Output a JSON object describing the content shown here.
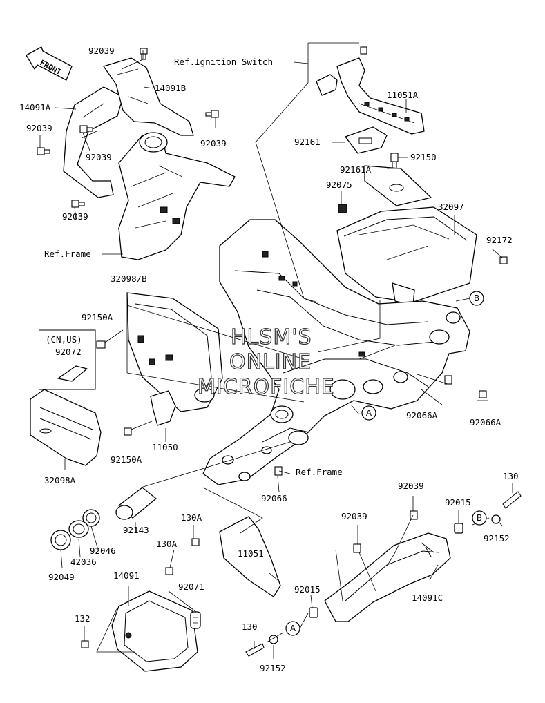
{
  "labels": {
    "p92039_top": "92039",
    "p14091B": "14091B",
    "p14091A": "14091A",
    "p92039_l1": "92039",
    "p92039_m": "92039",
    "p92039_r": "92039",
    "p92039_l2": "92039",
    "ref_frame_1": "Ref.Frame",
    "ref_ignition": "Ref.Ignition Switch",
    "p11051A": "11051A",
    "p92161": "92161",
    "p92150": "92150",
    "p92161A": "92161A",
    "p92075": "92075",
    "p32097": "32097",
    "p92172": "92172",
    "p32098B": "32098/B",
    "p92150A_1": "92150A",
    "cn_us": "(CN,US)",
    "p92072": "92072",
    "p92066A_1": "92066A",
    "p92066A_2": "92066A",
    "p92150A_2": "92150A",
    "p11050": "11050",
    "p32098A": "32098A",
    "ref_frame_2": "Ref.Frame",
    "p92066": "92066",
    "p130_r": "130",
    "p92039_b1": "92039",
    "p92015_r": "92015",
    "p92039_b2": "92039",
    "p92152_r": "92152",
    "p92143": "92143",
    "p130A_1": "130A",
    "p130A_2": "130A",
    "p11051": "11051",
    "p92046": "92046",
    "p42036": "42036",
    "p92049": "92049",
    "p14091": "14091",
    "p92071": "92071",
    "p92015_l": "92015",
    "p14091C": "14091C",
    "p132": "132",
    "p130_l": "130",
    "p92152_l": "92152",
    "front": "FRONT"
  },
  "callouts": {
    "B_top": "B",
    "A_mid": "A",
    "B_low": "B",
    "A_low": "A"
  },
  "watermark": {
    "line1": "HLSM'S",
    "line2": "ONLINE",
    "line3": "MICROFICHE"
  }
}
